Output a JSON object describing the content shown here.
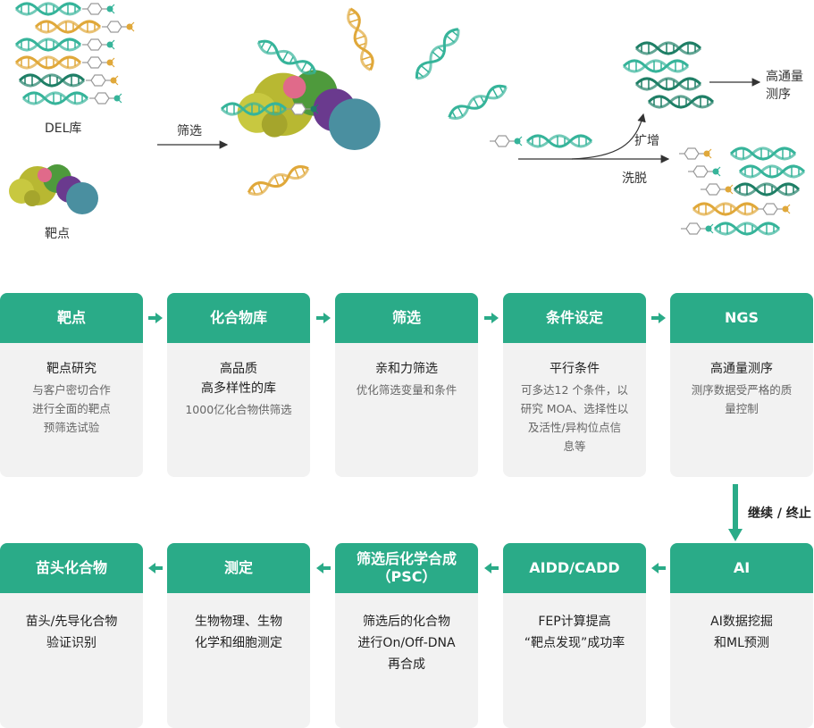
{
  "illustration": {
    "del_label": "DEL库",
    "target_label": "靶点",
    "screen_label": "筛选",
    "amplify_label": "扩增",
    "elute_label": "洗脱",
    "sequencing_label": "高通量\n测序"
  },
  "flow": {
    "continue_label": "继续 / 终止",
    "row1": [
      {
        "header": "靶点",
        "title": "靶点研究",
        "desc": "与客户密切合作\n进行全面的靶点\n预筛选试验"
      },
      {
        "header": "化合物库",
        "title": "高品质\n高多样性的库",
        "desc": "1000亿化合物供筛选"
      },
      {
        "header": "筛选",
        "title": "亲和力筛选",
        "desc": "优化筛选变量和条件"
      },
      {
        "header": "条件设定",
        "title": "平行条件",
        "desc": "可多达12 个条件，以\n研究 MOA、选择性以\n及活性/异构位点信\n息等"
      },
      {
        "header": "NGS",
        "title": "高通量测序",
        "desc": "测序数据受严格的质\n量控制"
      }
    ],
    "row2": [
      {
        "header": "苗头化合物",
        "title": "苗头/先导化合物\n验证识别"
      },
      {
        "header": "测定",
        "title": "生物物理、生物\n化学和细胞测定"
      },
      {
        "header": "筛选后化学合成\n（PSC）",
        "title": "筛选后的化合物\n进行On/Off-DNA\n再合成"
      },
      {
        "header": "AIDD/CADD",
        "title": "FEP计算提高\n“靶点发现”成功率"
      },
      {
        "header": "AI",
        "title": "AI数据挖掘\n和ML预测"
      }
    ]
  },
  "colors": {
    "accent": "#2aab88",
    "card_bg": "#f2f2f2",
    "dna_dark": "#1f7f66",
    "dna_teal": "#36b49a",
    "dna_orange": "#e0a83a",
    "protein_yellow": "#b8b832",
    "protein_green": "#4e9a3c",
    "protein_purple": "#6a3a8e",
    "protein_blue": "#4a8fa0"
  }
}
